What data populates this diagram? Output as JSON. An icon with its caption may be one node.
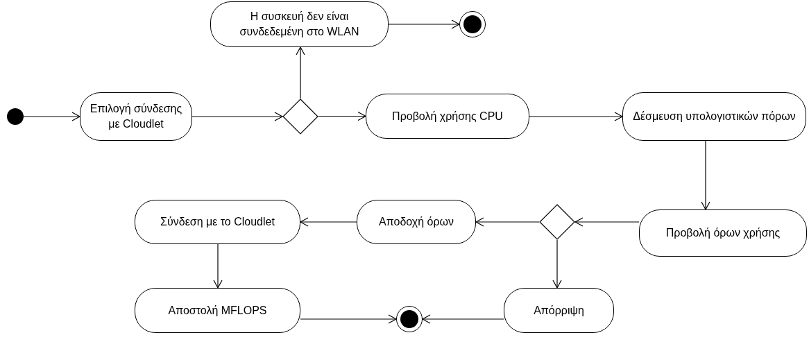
{
  "diagram": {
    "nodes": [
      {
        "text": [],
        "shape": "circle"
      },
      {
        "text": [
          "Επιλογή σύνδεσης με Cloudlet"
        ]
      },
      {
        "text": [],
        "shape": "diamond"
      },
      {
        "text": [
          "Η συσκευή δεν είναι συνδεδεμένη στο WLAN"
        ]
      },
      {
        "text": [],
        "shape": "circle"
      },
      {
        "text": [
          "Προβολή χρήσης CPU"
        ]
      },
      {
        "text": [
          "Δέσμευση υπολογιστικών πόρων"
        ]
      },
      {
        "text": [
          "Προβολή όρων χρήσης"
        ]
      },
      {
        "text": [],
        "shape": "diamond"
      },
      {
        "text": [
          "Αποδοχή όρων"
        ]
      },
      {
        "text": [
          "Σύνδεση με το Cloudlet"
        ]
      },
      {
        "text": [
          "Απόρριψη"
        ]
      },
      {
        "text": [
          "Αποστολή MFLOPS"
        ]
      },
      {
        "text": [],
        "shape": "circle"
      }
    ],
    "edges": [
      {
        "from": 0,
        "to": 1,
        "arrow": "to"
      },
      {
        "from": 1,
        "to": 2,
        "arrow": "to"
      },
      {
        "from": 2,
        "to": 3,
        "arrow": "to"
      },
      {
        "from": 3,
        "to": 4,
        "arrow": "to"
      },
      {
        "from": 2,
        "to": 5,
        "arrow": "to"
      },
      {
        "from": 5,
        "to": 6,
        "arrow": "to"
      },
      {
        "from": 6,
        "to": 7,
        "arrow": "to"
      },
      {
        "from": 7,
        "to": 8,
        "arrow": "to"
      },
      {
        "from": 8,
        "to": 9,
        "arrow": "to"
      },
      {
        "from": 9,
        "to": 10,
        "arrow": "to"
      },
      {
        "from": 8,
        "to": 11,
        "arrow": "to"
      },
      {
        "from": 10,
        "to": 12,
        "arrow": "to"
      },
      {
        "from": 12,
        "to": 13,
        "arrow": "to"
      },
      {
        "from": 11,
        "to": 13,
        "arrow": "to"
      }
    ]
  }
}
